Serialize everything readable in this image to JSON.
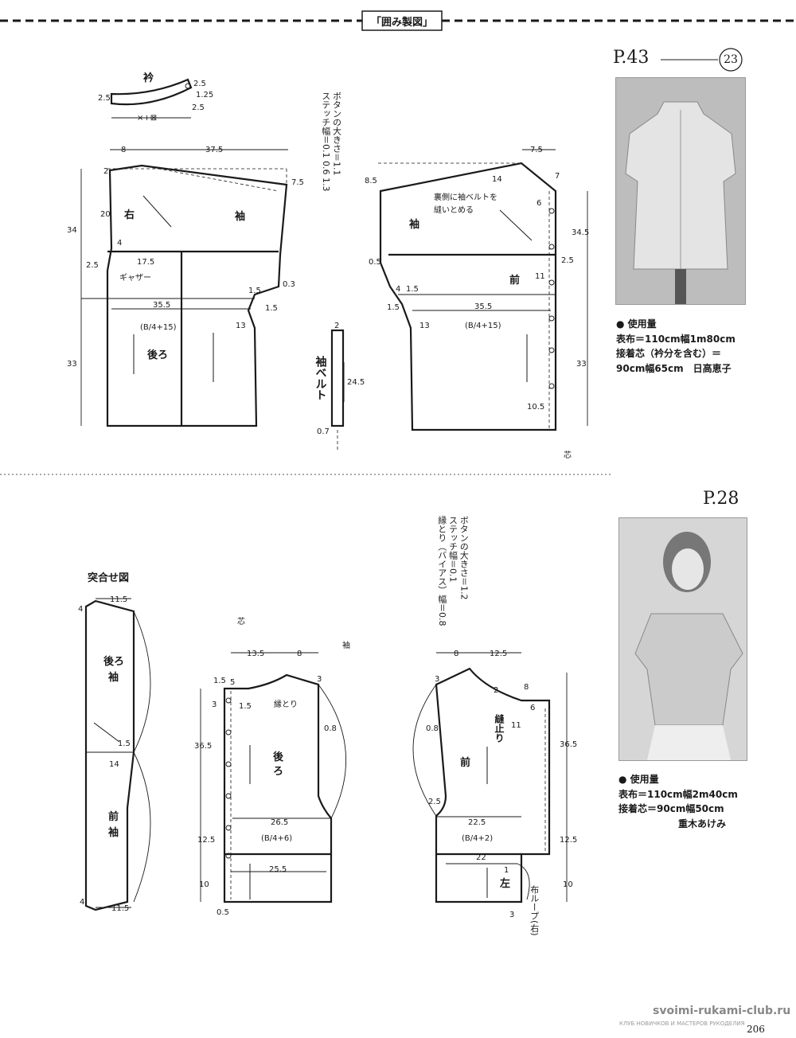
{
  "header": {
    "title": "「囲み製図」"
  },
  "top": {
    "page_ref": "P.43",
    "number": "23",
    "notes": [
      "ボタンの大きさ＝1.1",
      "ステッチ幅＝0.1 0.6 1.3"
    ],
    "materials_title": "使用量",
    "materials": [
      "表布＝110cm幅1m80cm",
      "接着芯（衿分を含む）＝",
      "90cm幅65cm"
    ],
    "author": "日高恵子",
    "labels": {
      "collar": "衿",
      "right": "右",
      "sleeve": "袖",
      "gather": "ギャザー",
      "back": "後ろ",
      "front": "前",
      "sleeve_belt": "袖ベルト",
      "inner_note_1": "裏側に袖ベルトを",
      "inner_note_2": "縫いとめる",
      "interfacing": "芯",
      "b_formula": "(B/4+15)"
    },
    "dims": {
      "d8": "8",
      "d37_5": "37.5",
      "d7_5a": "7.5",
      "d2": "2",
      "d20": "20",
      "d34": "34",
      "d4": "4",
      "d2_5": "2.5",
      "d17_5": "17.5",
      "d1_5": "1.5",
      "d0_3": "0.3",
      "d35_5": "35.5",
      "d13": "13",
      "d33": "33",
      "d24_5": "24.5",
      "d0_7": "0.7",
      "d8_5": "8.5",
      "d14": "14",
      "d6": "6",
      "d7": "7",
      "d34_5": "34.5",
      "d0_5": "0.5",
      "d11": "11",
      "d10_5": "10.5",
      "d1_25": "1.25",
      "cx": "×+⊠"
    }
  },
  "bottom": {
    "page_ref": "P.28",
    "notes": [
      "ボタンの大きさ＝1.2",
      "ステッチ幅＝0.1",
      "縁とり（バイアス）幅＝0.8"
    ],
    "materials_title": "使用量",
    "materials": [
      "表布＝110cm幅2m40cm",
      "接着芯＝90cm幅50cm"
    ],
    "author": "重木あけみ",
    "labels": {
      "matching": "突合せ図",
      "back_sleeve": "後ろ袖",
      "front_sleeve": "前袖",
      "interfacing": "芯",
      "sleeve": "袖",
      "binding": "縁とり",
      "back": "後ろ",
      "front": "前",
      "stitch_stop": "縫止り",
      "left": "左",
      "loop": "布ループ(右)",
      "b6": "(B/4+6)",
      "b2": "(B/4+2)"
    },
    "dims": {
      "d11_5": "11.5",
      "d4": "4",
      "d1_5": "1.5",
      "d14": "14",
      "d13_5": "13.5",
      "d8": "8",
      "d12_5": "12.5",
      "d5": "5",
      "d3": "3",
      "d0_8": "0.8",
      "d36_5": "36.5",
      "d26_5": "26.5",
      "d25_5": "25.5",
      "d10": "10",
      "d0_5": "0.5",
      "d2": "2",
      "d6": "6",
      "d11": "11",
      "d2_5": "2.5",
      "d22_5": "22.5",
      "d22": "22",
      "d1": "1"
    }
  },
  "footer": {
    "page_number": "206",
    "watermark": "svoimi-rukami-club.ru",
    "watermark_sub": "КЛУБ НОВИЧКОВ И МАСТЕРОВ РУКОДЕЛИЯ"
  },
  "icons": [
    "photo-blouse",
    "photo-woman-vest"
  ]
}
